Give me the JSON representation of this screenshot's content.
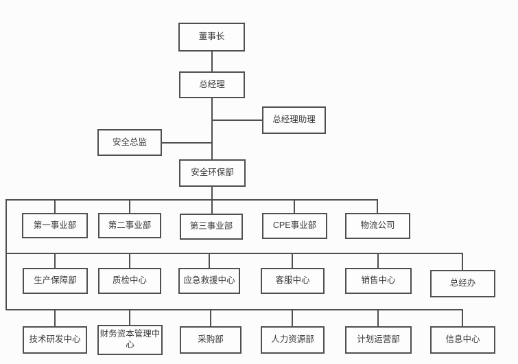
{
  "chart": {
    "type": "org-chart",
    "nodes": {
      "chairman": "董事长",
      "general_manager": "总经理",
      "gm_assistant": "总经理助理",
      "safety_director": "安全总监",
      "safety_env_dept": "安全环保部",
      "division_1": "第一事业部",
      "division_2": "第二事业部",
      "division_3": "第三事业部",
      "cpe_division": "CPE事业部",
      "logistics_company": "物流公司",
      "production_support": "生产保障部",
      "quality_center": "质检中心",
      "emergency_rescue": "应急救援中心",
      "customer_service": "客服中心",
      "sales_center": "销售中心",
      "gm_office": "总经办",
      "tech_rd_center": "技术研发中心",
      "finance_capital_center": "财务资本管理中\n心",
      "purchasing_dept": "采购部",
      "hr_dept": "人力资源部",
      "planning_operations": "计划运营部",
      "info_center": "信息中心"
    },
    "structure": {
      "vertical_chain": [
        "chairman",
        "general_manager",
        "safety_env_dept",
        "division_3"
      ],
      "gm_side_branch_right": "gm_assistant",
      "gm_side_branch_left": "safety_director",
      "row1": [
        "division_1",
        "division_2",
        "division_3",
        "cpe_division",
        "logistics_company"
      ],
      "row2": [
        "production_support",
        "quality_center",
        "emergency_rescue",
        "customer_service",
        "sales_center",
        "gm_office"
      ],
      "row3": [
        "tech_rd_center",
        "finance_capital_center",
        "purchasing_dept",
        "hr_dept",
        "planning_operations",
        "info_center"
      ]
    },
    "colors": {
      "line": "#4f4f4f",
      "box_border": "#4f4f4f",
      "text": "#383838",
      "background": "#fcfcfc"
    }
  }
}
